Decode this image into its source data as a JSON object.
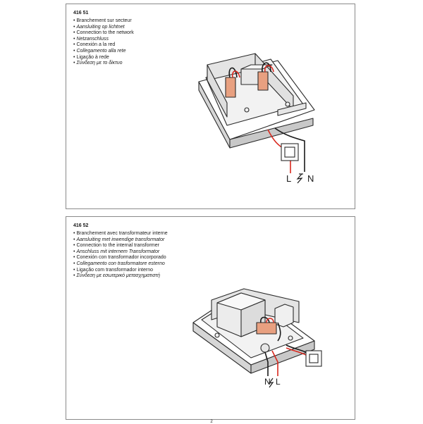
{
  "sections": [
    {
      "code": "416 51",
      "lines": [
        {
          "text": "Branchement sur secteur",
          "italic": false
        },
        {
          "text": "Aansluiting op lichtnet",
          "italic": true
        },
        {
          "text": "Connection to the network",
          "italic": false
        },
        {
          "text": "Netzanschluss",
          "italic": true
        },
        {
          "text": "Conexión a la red",
          "italic": false
        },
        {
          "text": "Collegamento alla rete",
          "italic": true
        },
        {
          "text": "Ligação à rede",
          "italic": false
        },
        {
          "text": "Σύνδεση με το δίκτυο",
          "italic": true
        }
      ],
      "terminals": {
        "left": "L",
        "right": "N"
      }
    },
    {
      "code": "416 52",
      "lines": [
        {
          "text": "Branchement avec transformateur interne",
          "italic": false
        },
        {
          "text": "Aansluiting met inwendige transformator",
          "italic": true
        },
        {
          "text": "Connection to the internal transformer",
          "italic": false
        },
        {
          "text": "Anschluss mit internem Transformator",
          "italic": true
        },
        {
          "text": "Conexión con transformador incorporado",
          "italic": false
        },
        {
          "text": "Collegamento con trasformatore esterno",
          "italic": true
        },
        {
          "text": "Ligação com transformador interno",
          "italic": false
        },
        {
          "text": "Σύνδεση με εσωτερικό μετασχηματιστή",
          "italic": true
        }
      ],
      "terminals": {
        "left": "N",
        "right": "L"
      }
    }
  ],
  "page_number": "2",
  "colors": {
    "wire_red": "#d8281e",
    "wire_black": "#1a1a1a",
    "terminal_orange": "#e8a080",
    "outline": "#2a2a2a",
    "shade": "#bdbdbd"
  }
}
